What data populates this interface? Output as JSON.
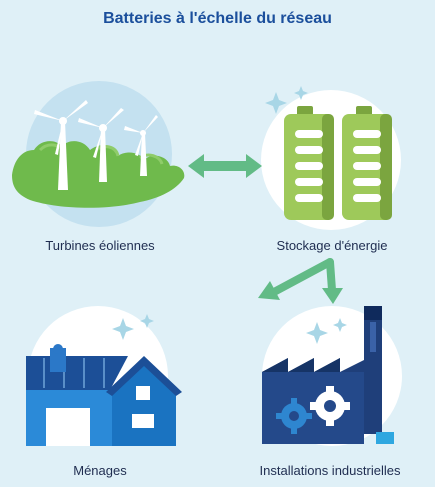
{
  "title": "Batteries à l'échelle du réseau",
  "nodes": [
    {
      "id": "wind",
      "label": "Turbines éoliennes",
      "icon": "wind-turbine-icon"
    },
    {
      "id": "storage",
      "label": "Stockage d'énergie",
      "icon": "battery-icon"
    },
    {
      "id": "homes",
      "label": "Ménages",
      "icon": "house-icon"
    },
    {
      "id": "industry",
      "label": "Installations industrielles",
      "icon": "factory-icon"
    }
  ],
  "edges": [
    {
      "from": "wind",
      "to": "storage",
      "direction": "bidirectional"
    },
    {
      "from": "storage",
      "to": "homes",
      "direction": "forward"
    },
    {
      "from": "storage",
      "to": "industry",
      "direction": "forward"
    }
  ],
  "colors": {
    "background": "#dff0f7",
    "title": "#1b4f9c",
    "circle": "#ffffff",
    "arrow": "#62bb86",
    "battery_green": "#9ec95a",
    "battery_dark": "#7ba53f",
    "grass": "#6fba4c",
    "house_blue": "#1a73c1",
    "factory_dark": "#1f3f7a",
    "sparkle": "#a8d6e6"
  }
}
